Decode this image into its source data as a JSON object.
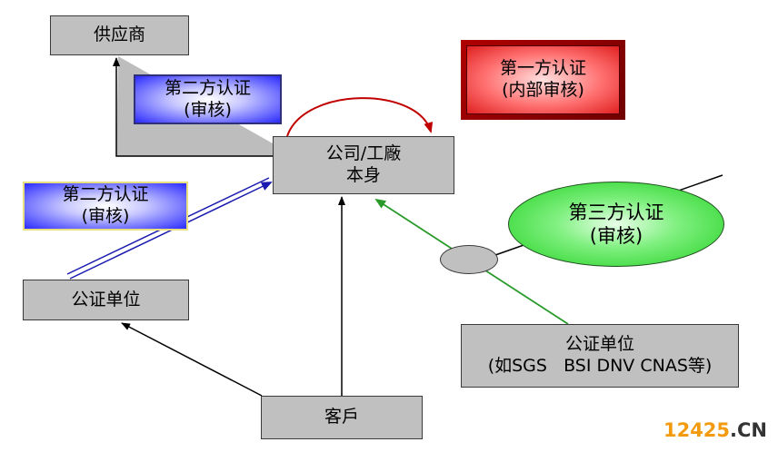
{
  "nodes": {
    "supplier": "供应商",
    "second_party_top": [
      "第二方认证",
      "(审核)"
    ],
    "first_party": [
      "第一方认证",
      "(内部审核)"
    ],
    "company": [
      "公司/工廠",
      "本身"
    ],
    "second_party_left": [
      "第二方认证",
      "(审核)"
    ],
    "third_party": [
      "第三方认证",
      "(审核)"
    ],
    "notary_left": "公证单位",
    "notary_right": [
      "公证单位",
      "(如SGS   BSI DNV CNAS等)"
    ],
    "customer": "客戶"
  },
  "watermark": {
    "number": "12425",
    "suffix": ".CN"
  },
  "colors": {
    "gray_box": "#c0c0c0",
    "red_arrow": "#c00000",
    "blue_arrow": "#1a1ab0",
    "green_arrow": "#2a9a2a"
  }
}
